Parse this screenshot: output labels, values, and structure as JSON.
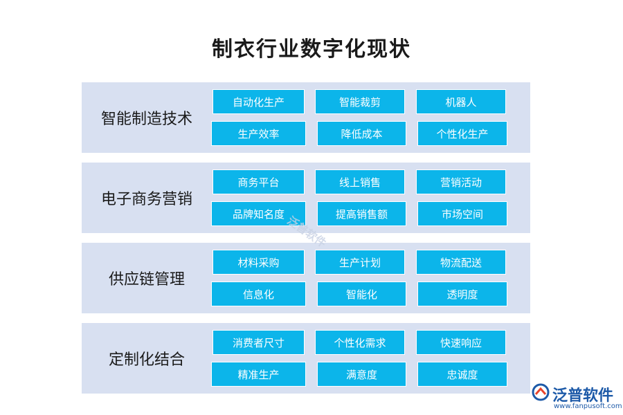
{
  "title": "制衣行业数字化现状",
  "panels": [
    {
      "label": "智能制造技术",
      "tags": [
        "自动化生产",
        "智能裁剪",
        "机器人",
        "生产效率",
        "降低成本",
        "个性化生产"
      ]
    },
    {
      "label": "电子商务营销",
      "tags": [
        "商务平台",
        "线上销售",
        "营销活动",
        "品牌知名度",
        "提高销售额",
        "市场空间"
      ]
    },
    {
      "label": "供应链管理",
      "tags": [
        "材料采购",
        "生产计划",
        "物流配送",
        "信息化",
        "智能化",
        "透明度"
      ]
    },
    {
      "label": "定制化结合",
      "tags": [
        "消费者尺寸",
        "个性化需求",
        "快速响应",
        "精准生产",
        "满意度",
        "忠诚度"
      ]
    }
  ],
  "watermark": "泛普软件",
  "logo": {
    "name": "泛普软件",
    "url": "www.fanpusoft.com",
    "icon": "fanpu-logo-icon"
  },
  "colors": {
    "panel_bg": "#d8e0f1",
    "tag_bg": "#0cb5ea",
    "tag_text": "#ffffff",
    "logo": "#1d5aa8"
  }
}
